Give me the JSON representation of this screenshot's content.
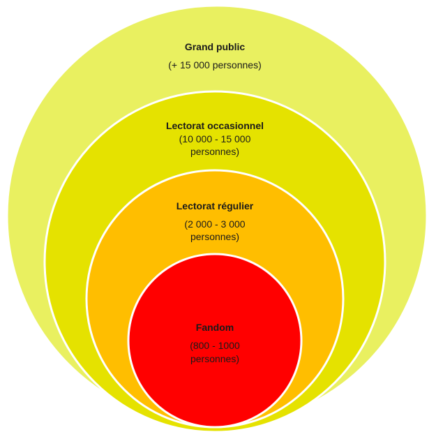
{
  "diagram": {
    "rings": [
      {
        "id": "grand-public",
        "title": "Grand public",
        "detail": [
          "(+ 15 000 personnes)"
        ],
        "color": "#e9f060"
      },
      {
        "id": "lectorat-occasionnel",
        "title": "Lectorat occasionnel",
        "detail": [
          "(10 000 - 15 000",
          "personnes)"
        ],
        "color": "#e5e200"
      },
      {
        "id": "lectorat-regulier",
        "title": "Lectorat régulier",
        "detail": [
          "(2 000 - 3 000",
          "personnes)"
        ],
        "color": "#ffbe00"
      },
      {
        "id": "fandom",
        "title": "Fandom",
        "detail": [
          "(800 - 1000",
          "personnes)"
        ],
        "color": "#ff0000"
      }
    ]
  }
}
